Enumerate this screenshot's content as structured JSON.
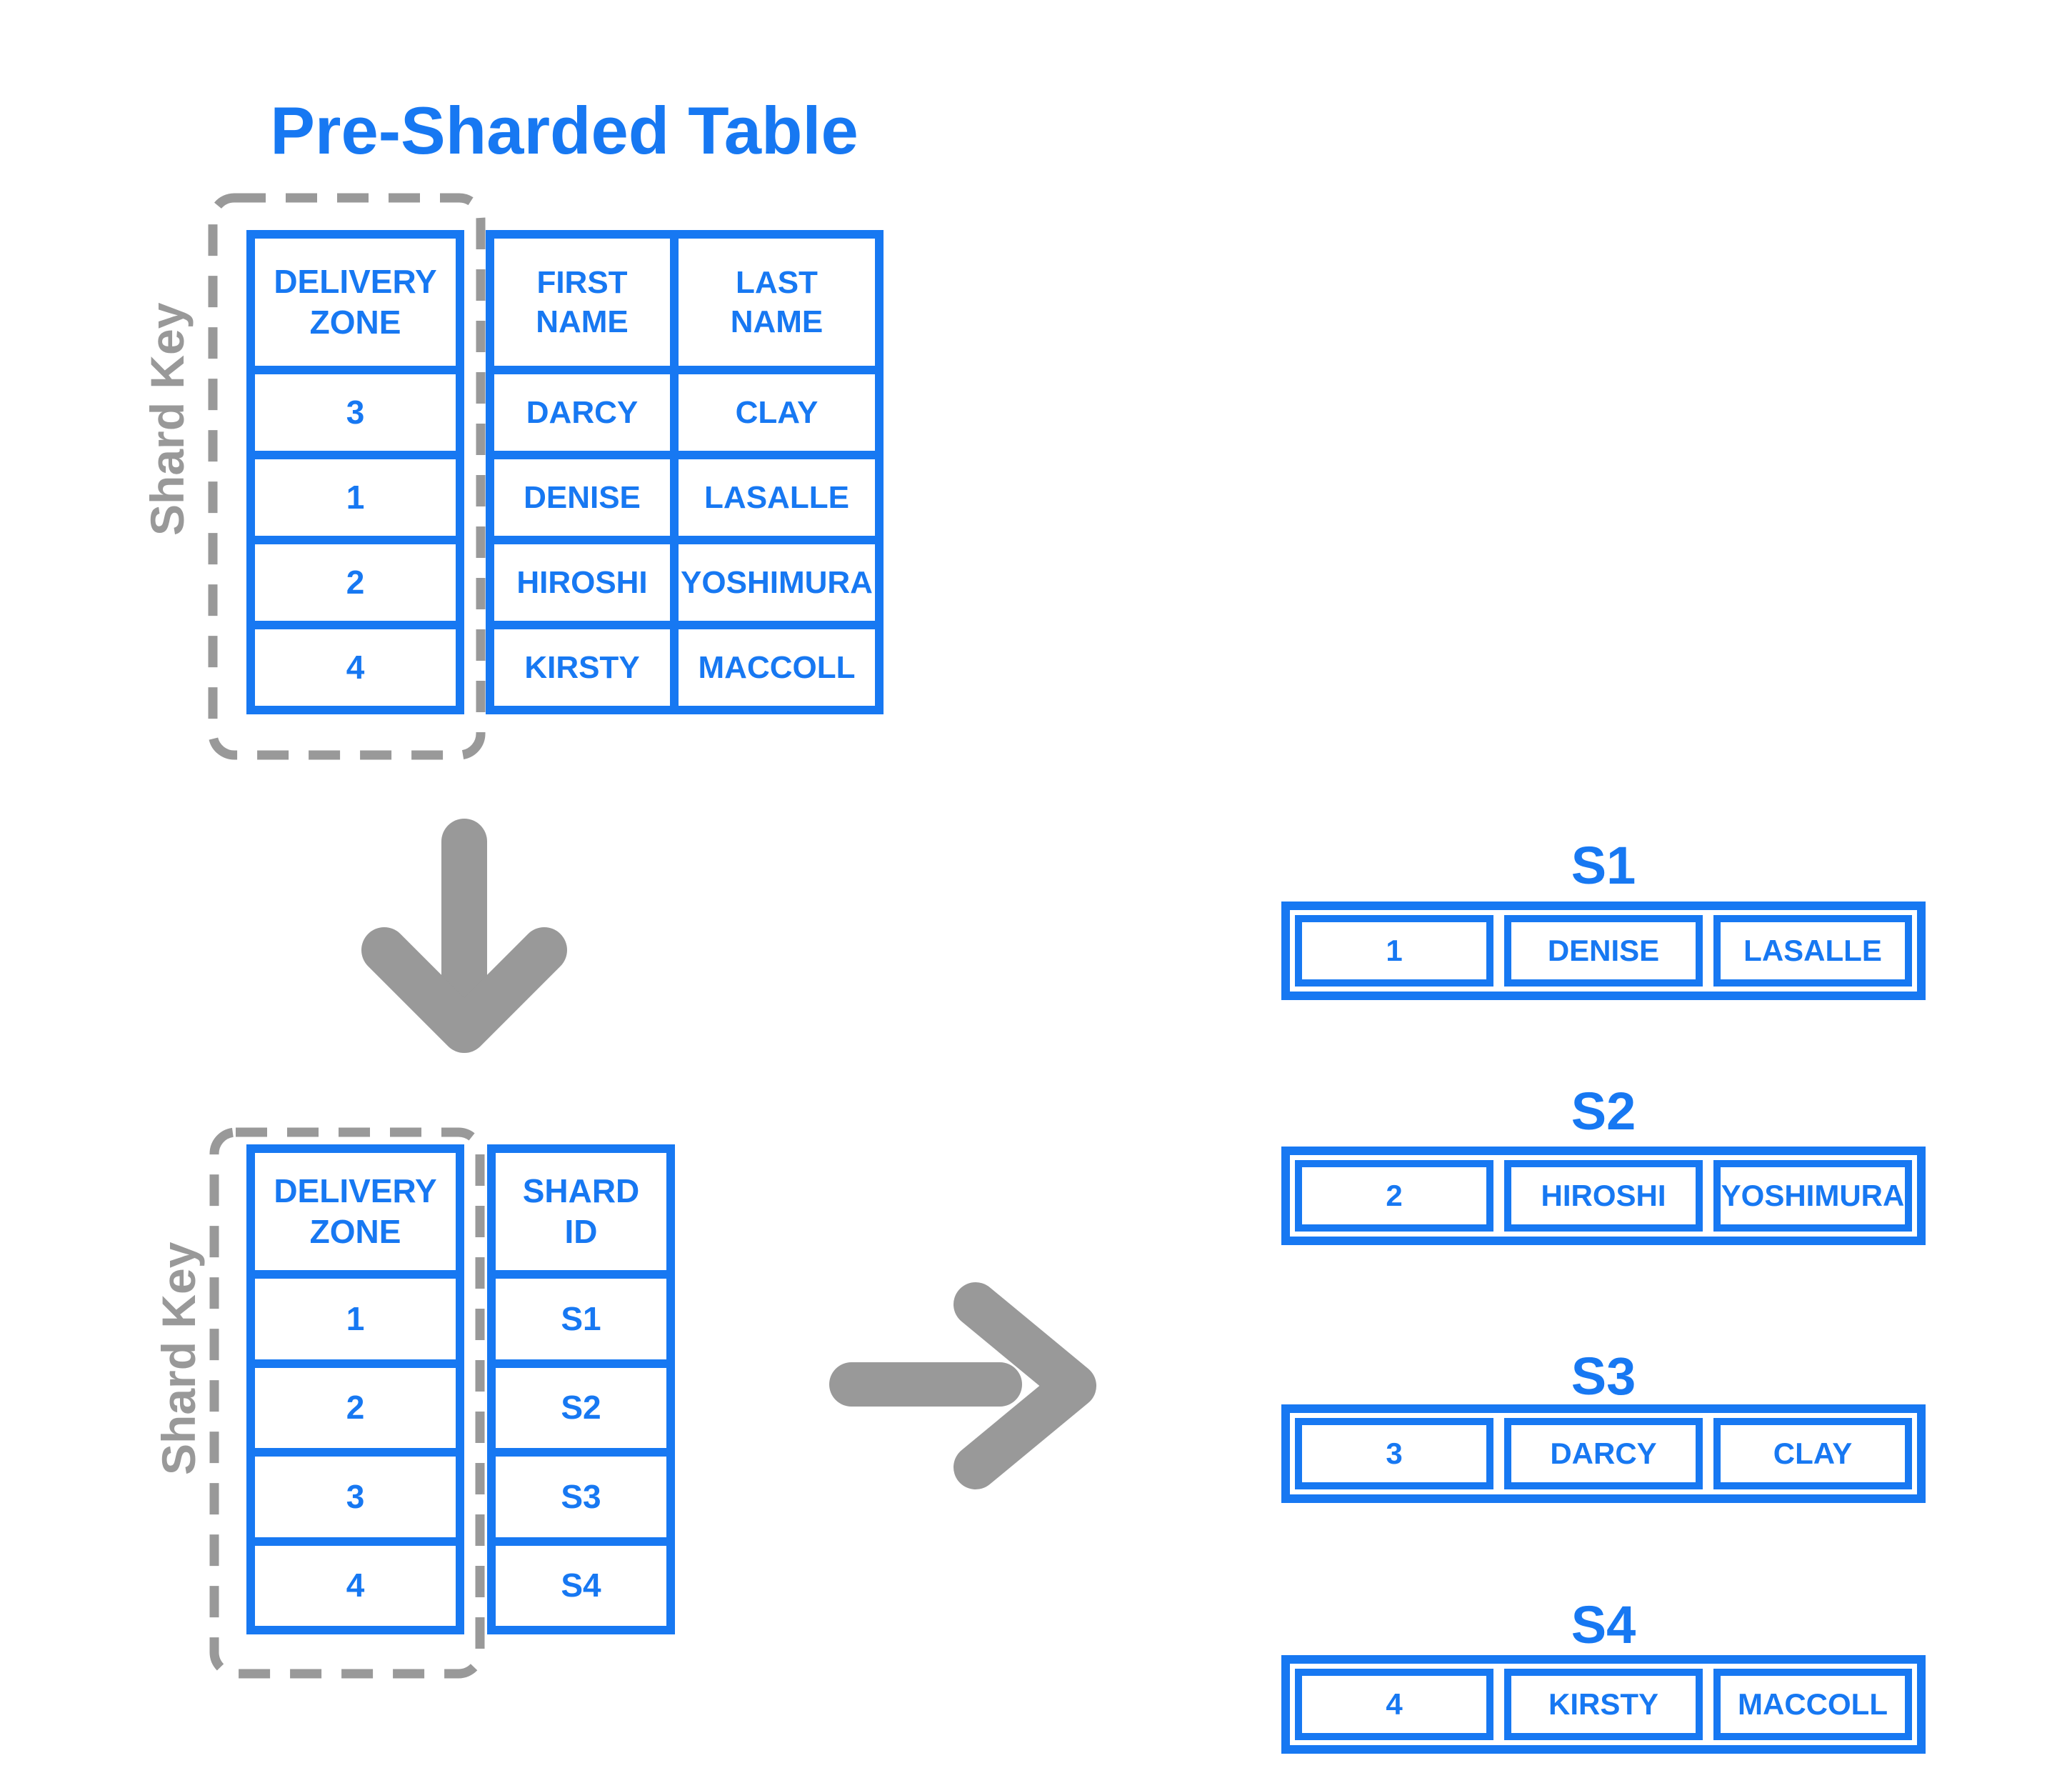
{
  "title": "Pre-Sharded Table",
  "colors": {
    "blue": "#1778F2",
    "gray": "#999999"
  },
  "shard_key_label_top": "Shard Key",
  "shard_key_label_bottom": "Shard Key",
  "pre_table": {
    "headers": {
      "col1": [
        "DELIVERY",
        "ZONE"
      ],
      "col2": [
        "FIRST",
        "NAME"
      ],
      "col3": [
        "LAST",
        "NAME"
      ]
    },
    "rows": [
      [
        "3",
        "DARCY",
        "CLAY"
      ],
      [
        "1",
        "DENISE",
        "LASALLE"
      ],
      [
        "2",
        "HIROSHI",
        "YOSHIMURA"
      ],
      [
        "4",
        "KIRSTY",
        "MACCOLL"
      ]
    ]
  },
  "lookup_table": {
    "headers": {
      "col1": [
        "DELIVERY",
        "ZONE"
      ],
      "col2": [
        "SHARD",
        "ID"
      ]
    },
    "rows": [
      [
        "1",
        "S1"
      ],
      [
        "2",
        "S2"
      ],
      [
        "3",
        "S3"
      ],
      [
        "4",
        "S4"
      ]
    ]
  },
  "shards": [
    {
      "id": "S1",
      "row": [
        "1",
        "DENISE",
        "LASALLE"
      ]
    },
    {
      "id": "S2",
      "row": [
        "2",
        "HIROSHI",
        "YOSHIMURA"
      ]
    },
    {
      "id": "S3",
      "row": [
        "3",
        "DARCY",
        "CLAY"
      ]
    },
    {
      "id": "S4",
      "row": [
        "4",
        "KIRSTY",
        "MACCOLL"
      ]
    }
  ]
}
